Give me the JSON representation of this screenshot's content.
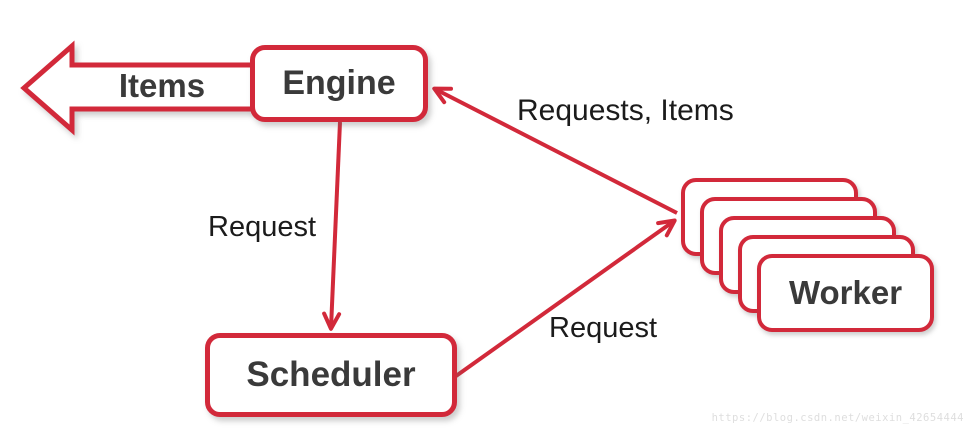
{
  "diagram": {
    "nodes": {
      "engine": {
        "label": "Engine"
      },
      "scheduler": {
        "label": "Scheduler"
      },
      "worker": {
        "label": "Worker",
        "stack_count": 5
      }
    },
    "edges": {
      "engine_output": {
        "label": "Items",
        "type": "block-arrow",
        "direction": "engine to left output"
      },
      "engine_to_scheduler": {
        "label": "Request",
        "direction": "engine to scheduler"
      },
      "scheduler_to_worker": {
        "label": "Request",
        "direction": "scheduler to worker"
      },
      "worker_to_engine": {
        "label": "Requests, Items",
        "direction": "worker to engine"
      }
    },
    "colors": {
      "accent_red": "#d2293a",
      "node_text": "#3a3a3a",
      "edge_label_text": "#1b1b1b",
      "background": "#ffffff",
      "watermark_text": "#dedede"
    },
    "watermark": "https://blog.csdn.net/weixin_42654444"
  }
}
